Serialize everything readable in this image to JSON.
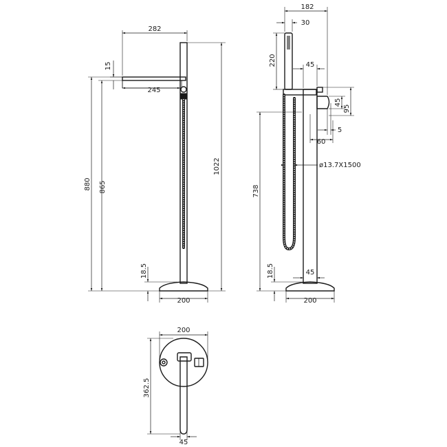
{
  "views": {
    "front": {
      "spout_length": "282",
      "spout_thickness": "15",
      "spout_reach": "245",
      "total_height": "1022",
      "spout_height": "880",
      "spout_underside_height": "865",
      "base_thickness": "18.5",
      "base_width": "200"
    },
    "side": {
      "overall_depth": "182",
      "handset_width": "30",
      "handset_length": "220",
      "column_diameter": "45",
      "lever_width": "45",
      "lever_height": "95",
      "lever_gap": "5",
      "lever_reach": "60",
      "hose_spec": "ø13.7X1500",
      "holder_height": "738",
      "base_thickness": "18.5",
      "column_base": "45",
      "base_width": "200"
    },
    "plan": {
      "base_diameter": "200",
      "spout_projection": "362.5",
      "spout_width": "45"
    }
  }
}
